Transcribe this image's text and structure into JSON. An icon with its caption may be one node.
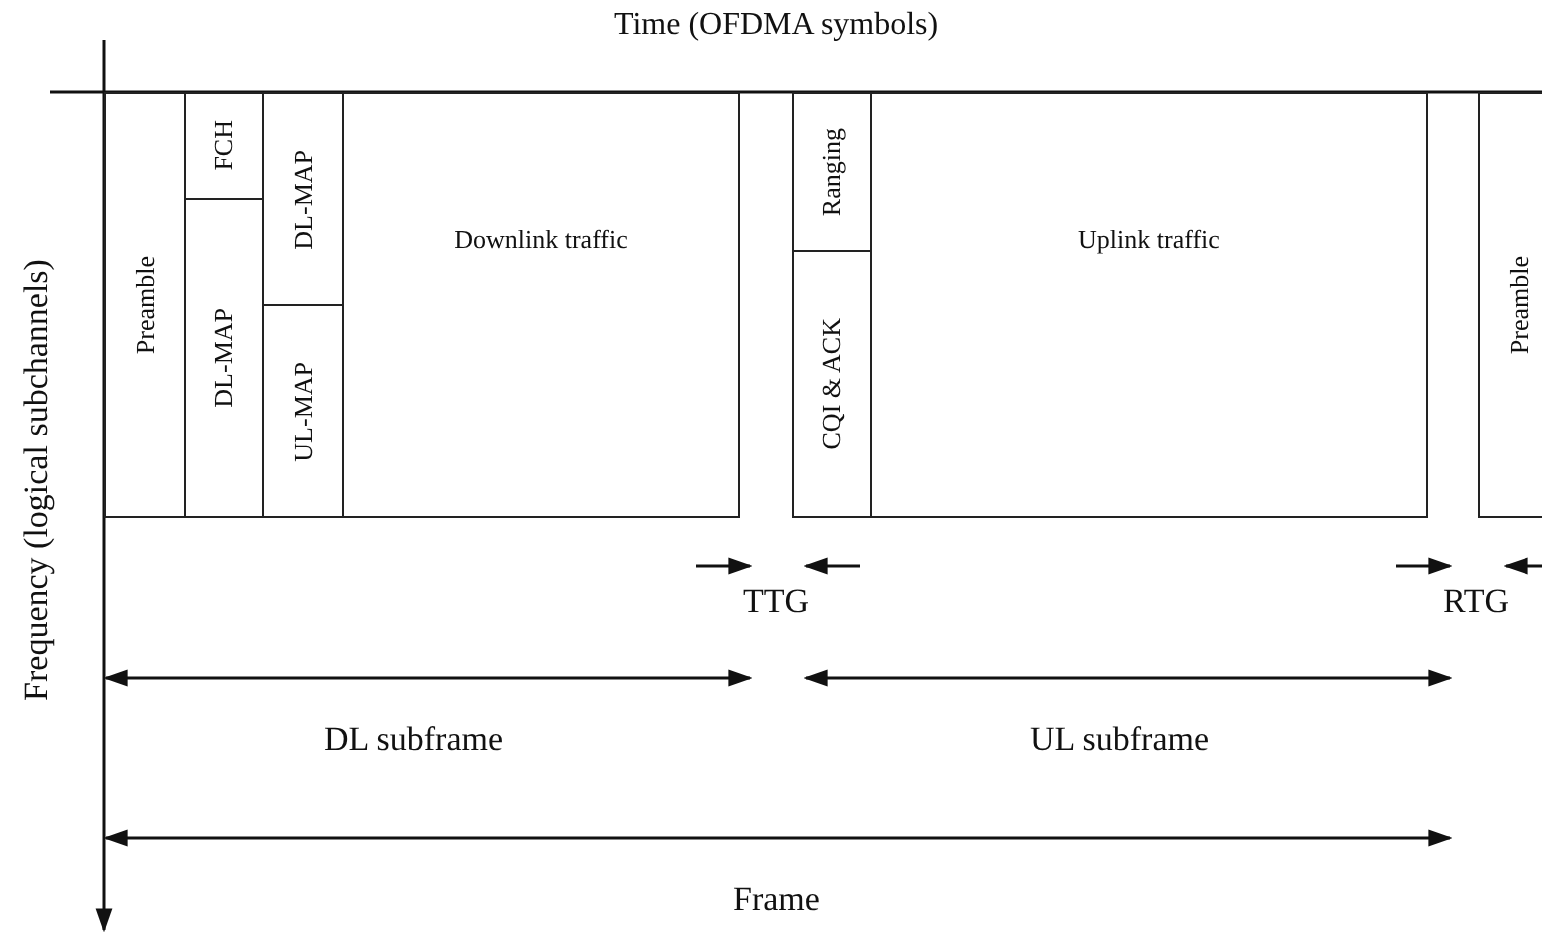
{
  "diagram": {
    "nodes": [
      {
        "text": [
          "Preamble"
        ]
      },
      {
        "text": [
          "FCH"
        ]
      },
      {
        "text": [
          "DL-MAP"
        ]
      },
      {
        "text": [
          "DL-MAP"
        ]
      },
      {
        "text": [
          "UL-MAP"
        ]
      },
      {
        "text": [
          "Downlink traffic"
        ]
      },
      {
        "text": [
          "Ranging"
        ]
      },
      {
        "text": [
          "CQI & ACK"
        ]
      },
      {
        "text": [
          "Uplink traffic"
        ]
      },
      {
        "text": [
          "Preamble"
        ]
      }
    ],
    "edges": [],
    "labels": [
      "Time (OFDMA symbols)",
      "Frequency (logical subchannels)",
      "TTG",
      "RTG",
      "DL subframe",
      "UL subframe",
      "Frame"
    ]
  }
}
